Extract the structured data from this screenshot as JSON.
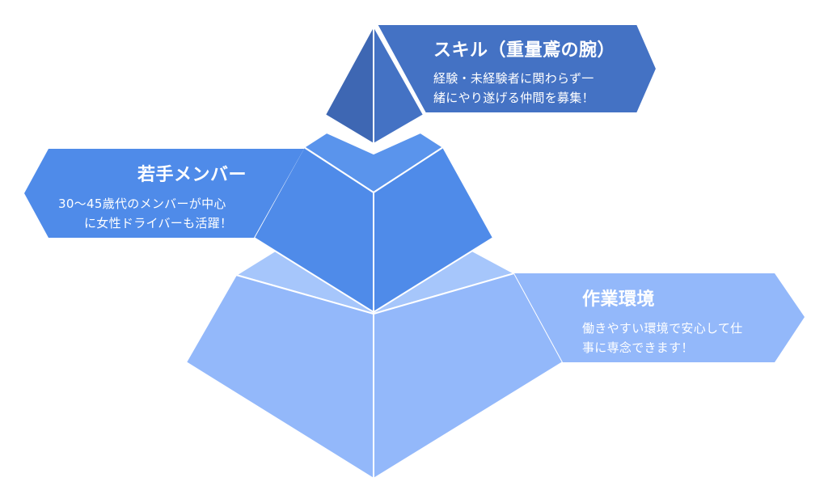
{
  "colors": {
    "top": "#4472C4",
    "top_dark": "#3E67B3",
    "middle": "#4F8BE9",
    "middle_light": "#5A94EC",
    "bottom": "#93B8FA",
    "bottom_light": "#A6C6FB",
    "edge": "#ffffff"
  },
  "tiers": [
    {
      "id": "top",
      "title": "スキル（重量鳶の腕）",
      "lines": [
        "経験・未経験者に関わらず一",
        "緒にやり遂げる仲間を募集！"
      ]
    },
    {
      "id": "middle",
      "title": "若手メンバー",
      "lines": [
        "30〜45歳代のメンバーが中心",
        "に女性ドライバーも活躍！"
      ]
    },
    {
      "id": "bottom",
      "title": "作業環境",
      "lines": [
        "働きやすい環境で安心して仕",
        "事に専念できます！"
      ]
    }
  ]
}
